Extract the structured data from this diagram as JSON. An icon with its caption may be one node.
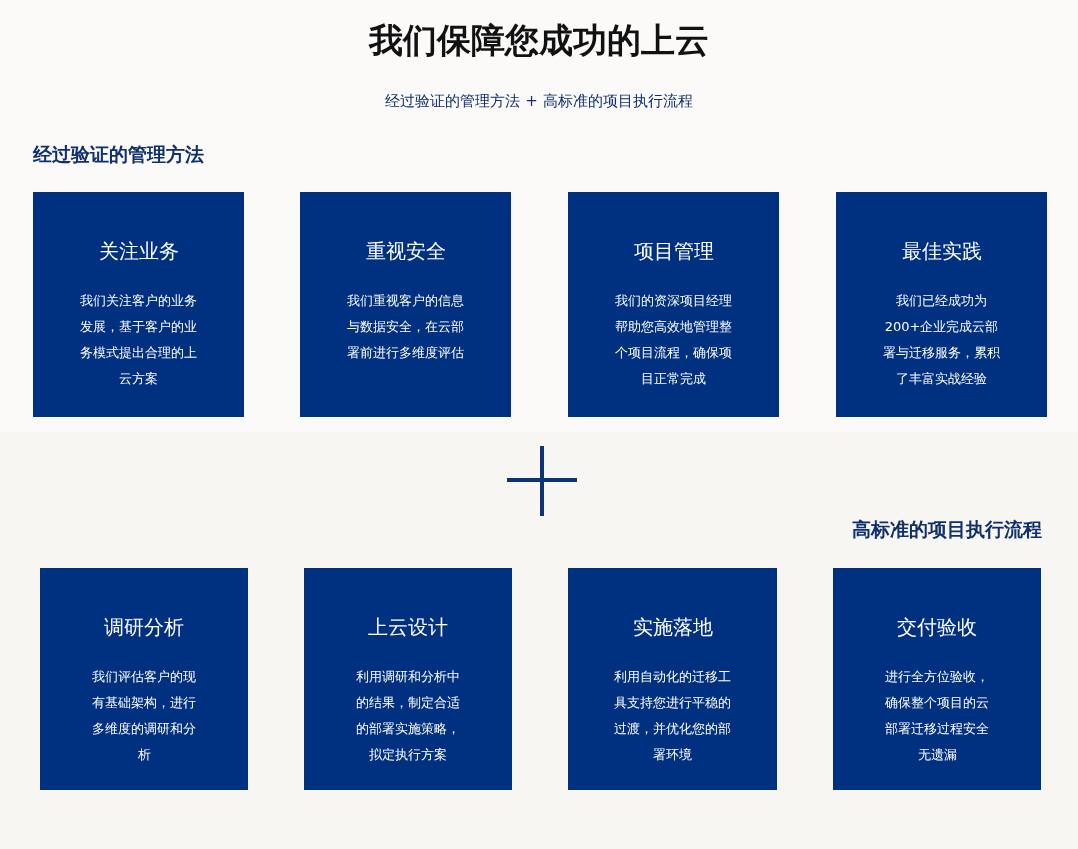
{
  "diagram": {
    "title": "我们保障您成功的上云",
    "nodes": [
      {
        "text": [
          "关注业务",
          "我们关注客户的业务发展，基于客户的业务模式提出合理的上云方案"
        ]
      },
      {
        "text": [
          "重视安全",
          "我们重视客户的信息与数据安全，在云部署前进行多维度评估"
        ]
      },
      {
        "text": [
          "项目管理",
          "我们的资深项目经理帮助您高效地管理整个项目流程，确保项目正常完成"
        ]
      },
      {
        "text": [
          "最佳实践",
          "我们已经成功为200+企业完成云部署与迁移服务，累积了丰富实战经验"
        ]
      },
      {
        "text": [
          "调研分析",
          "我们评估客户的现有基础架构，进行多维度的调研和分析"
        ]
      },
      {
        "text": [
          "上云设计",
          "利用调研和分析中的结果，制定合适的部署实施策略，拟定执行方案"
        ]
      },
      {
        "text": [
          "实施落地",
          "利用自动化的迁移工具支持您进行平稳的过渡，并优化您的部署环境"
        ]
      },
      {
        "text": [
          "交付验收",
          "进行全方位验收，确保整个项目的云部署迁移过程安全无遗漏"
        ]
      }
    ],
    "edges": [],
    "labels": [
      "经过验证的管理方法 + 高标准的项目执行流程",
      "经过验证的管理方法",
      "高标准的项目执行流程"
    ]
  }
}
